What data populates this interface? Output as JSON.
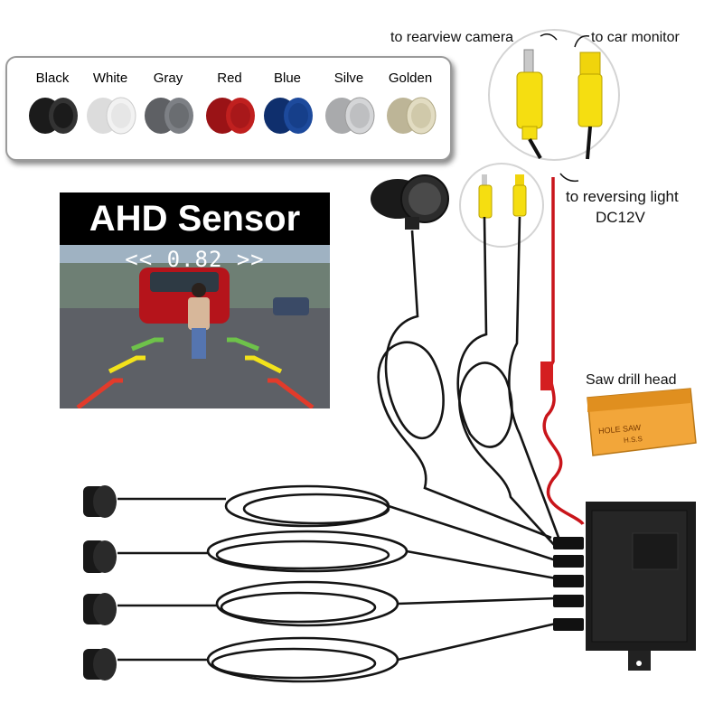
{
  "colors": {
    "title": "",
    "options": [
      {
        "name": "Black",
        "color": "#1b1b1b"
      },
      {
        "name": "White",
        "color": "#ededed"
      },
      {
        "name": "Gray",
        "color": "#6f7276"
      },
      {
        "name": "Red",
        "color": "#b3191c"
      },
      {
        "name": "Blue",
        "color": "#163f8a"
      },
      {
        "name": "Silve",
        "color": "#c9cacc"
      },
      {
        "name": "Golden",
        "color": "#d8d2b8"
      }
    ]
  },
  "ahd": {
    "title": "AHD Sensor",
    "distance": "<< 0.82 >>"
  },
  "labels": {
    "rearview": "to rearview camera",
    "monitor": "to car monitor",
    "reversing": "to reversing light",
    "dc": "DC12V",
    "saw": "Saw drill head",
    "saw_box_line1": "HOLE   SAW",
    "saw_box_line2": "H.S.S"
  }
}
